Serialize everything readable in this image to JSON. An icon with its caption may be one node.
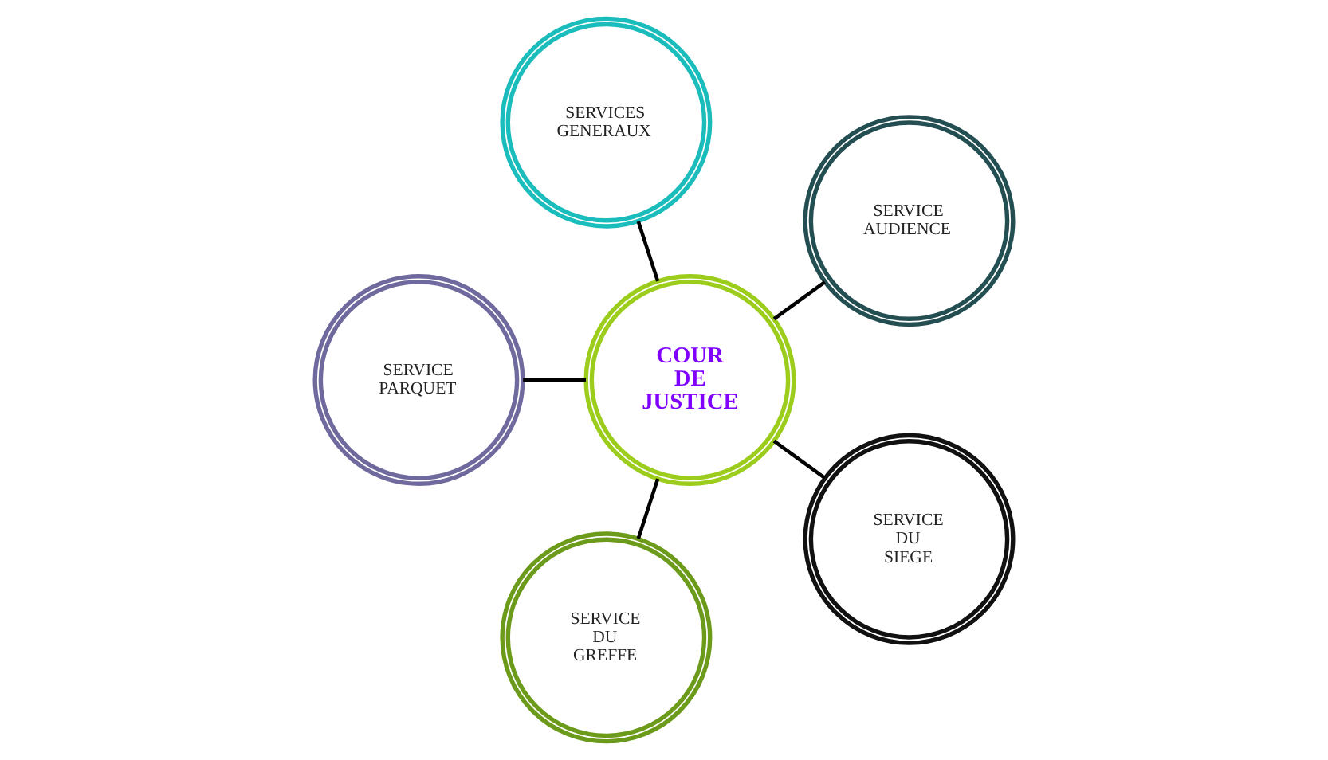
{
  "diagram": {
    "nodes": [
      {
        "text": [
          "SERVICE AUDIENCE"
        ]
      },
      {
        "text": [
          "SERVICES GENERAUX"
        ]
      },
      {
        "text": [
          "COUR DE JUSTICE"
        ]
      },
      {
        "text": [
          "SERVICE PARQUET"
        ]
      },
      {
        "text": [
          "SERVICE DU GREFFE"
        ]
      },
      {
        "text": [
          "SERVICE DU SIEGE"
        ]
      }
    ],
    "edges": [
      {
        "from": 2,
        "to": 0,
        "arrow": "none"
      },
      {
        "from": 2,
        "to": 1,
        "arrow": "none"
      },
      {
        "from": 2,
        "to": 3,
        "arrow": "none"
      },
      {
        "from": 2,
        "to": 4,
        "arrow": "none"
      },
      {
        "from": 2,
        "to": 5,
        "arrow": "none"
      }
    ]
  }
}
